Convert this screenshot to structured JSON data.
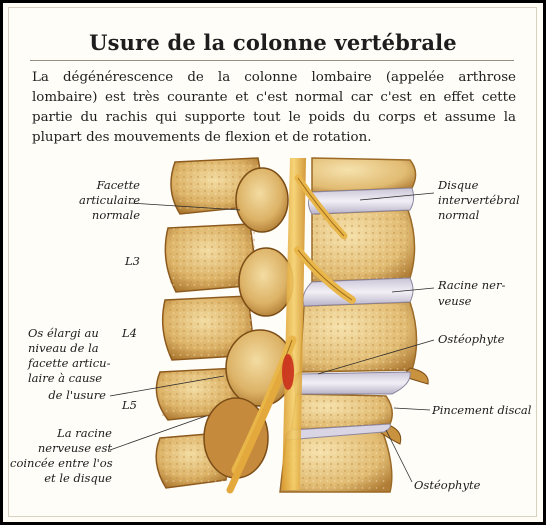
{
  "title": "Usure de la colonne vertébrale",
  "intro": "La dégénérescence de la colonne lombaire (appelée arthrose lombaire) est très courante et c'est normal car c'est en effet cette partie du rachis qui supporte tout le poids du corps et assume la plupart des mouvements de flexion et de rotation.",
  "labels": {
    "facette_1": "Facette",
    "facette_2": "articulaire",
    "facette_3": "normale",
    "l3": "L3",
    "l4": "L4",
    "l5": "L5",
    "os_1": "Os élargi au",
    "os_2": "niveau de la",
    "os_3": "facette articu-",
    "os_4": "laire à cause",
    "os_5": "de l'usure",
    "racine_coincee_1": "La racine",
    "racine_coincee_2": "nerveuse est",
    "racine_coincee_3": "coincée entre l'os",
    "racine_coincee_4": "et le disque",
    "disque_1": "Disque",
    "disque_2": "intervertébral",
    "disque_3": "normal",
    "racine_1": "Racine ner-",
    "racine_2": "veuse",
    "osteophyte_top": "Ostéophyte",
    "pincement": "Pincement discal",
    "osteophyte_bottom": "Ostéophyte"
  },
  "colors": {
    "bone": "#dcb266",
    "bone_dark": "#a36d26",
    "bone_light": "#f2d79a",
    "disc": "#e6e3ee",
    "nerve": "#e9b64a",
    "inflamed": "#c8261a"
  }
}
